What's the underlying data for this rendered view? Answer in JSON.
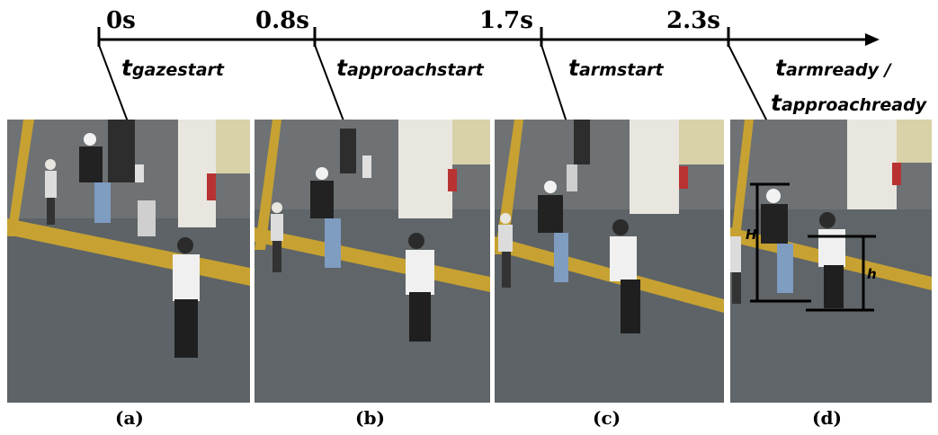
{
  "timeline": {
    "ticks": [
      {
        "time": "0s",
        "event_t": "t",
        "event_sub": "gazestart"
      },
      {
        "time": "0.8s",
        "event_t": "t",
        "event_sub": "approachstart"
      },
      {
        "time": "1.7s",
        "event_t": "t",
        "event_sub": "armstart"
      },
      {
        "time": "2.3s",
        "event_t": "t",
        "event_sub": "armready /",
        "event_t2": "t",
        "event_sub2": "approachready"
      }
    ]
  },
  "panels": [
    {
      "caption": "(a)"
    },
    {
      "caption": "(b)"
    },
    {
      "caption": "(c)"
    },
    {
      "caption": "(d)",
      "label_H": "H",
      "label_h": "h"
    }
  ],
  "colors": {
    "floor": "#5d6366",
    "floor_dark": "#4a5053",
    "yellow_line": "#c7a232",
    "pillar": "#e8e6df",
    "ink": "#000000"
  }
}
